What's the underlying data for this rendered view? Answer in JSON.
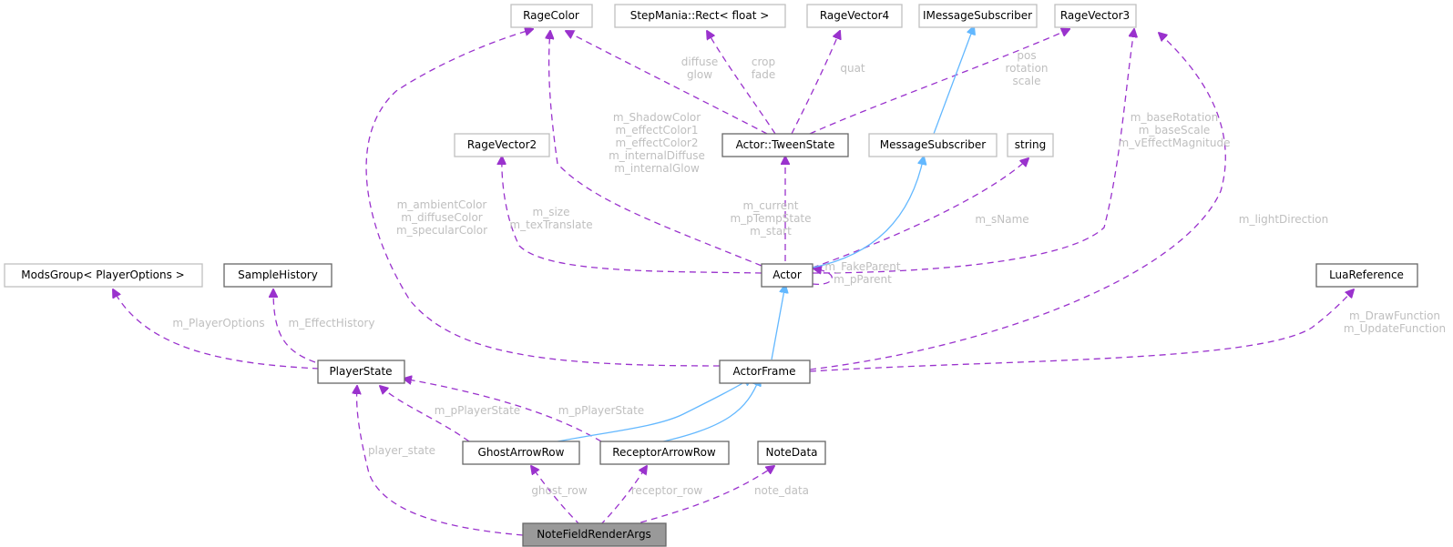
{
  "diagram": {
    "title": "NoteFieldRenderArgs collaboration graph",
    "nodes": {
      "ragecolor": "RageColor",
      "rect": "StepMania::Rect< float >",
      "ragevector4": "RageVector4",
      "imessagesubscriber": "IMessageSubscriber",
      "ragevector3": "RageVector3",
      "ragevector2": "RageVector2",
      "tweenstate": "Actor::TweenState",
      "messagesubscriber": "MessageSubscriber",
      "string": "string",
      "modsgroup": "ModsGroup< PlayerOptions >",
      "samplehistory": "SampleHistory",
      "actor": "Actor",
      "luareference": "LuaReference",
      "playerstate": "PlayerState",
      "actorframe": "ActorFrame",
      "ghostarrowrow": "GhostArrowRow",
      "receptorarrowrow": "ReceptorArrowRow",
      "notedata": "NoteData",
      "notefieldrenderargs": "NoteFieldRenderArgs"
    },
    "edge_labels": {
      "tween_color": [
        "diffuse",
        "glow"
      ],
      "tween_rect": [
        "crop",
        "fade"
      ],
      "tween_v4": [
        "quat"
      ],
      "tween_v3": [
        "pos",
        "rotation",
        "scale"
      ],
      "actor_color": [
        "m_ShadowColor",
        "m_effectColor1",
        "m_effectColor2",
        "m_internalDiffuse",
        "m_internalGlow"
      ],
      "actor_v2": [
        "m_size",
        "m_texTranslate"
      ],
      "actor_tween": [
        "m_current",
        "m_pTempState",
        "m_start"
      ],
      "actor_string": [
        "m_sName"
      ],
      "actor_v3": [
        "m_baseRotation",
        "m_baseScale",
        "m_vEffectMagnitude"
      ],
      "actor_self": [
        "m_FakeParent",
        "m_pParent"
      ],
      "frame_color": [
        "m_ambientColor",
        "m_diffuseColor",
        "m_specularColor"
      ],
      "frame_v3": [
        "m_lightDirection"
      ],
      "frame_lua": [
        "m_DrawFunction",
        "m_UpdateFunction"
      ],
      "ps_mods": [
        "m_PlayerOptions"
      ],
      "ps_sample": [
        "m_EffectHistory"
      ],
      "ghost_ps": [
        "m_pPlayerState"
      ],
      "receptor_ps": [
        "m_pPlayerState"
      ],
      "args_ps": [
        "player_state"
      ],
      "args_ghost": [
        "ghost_row"
      ],
      "args_receptor": [
        "receptor_row"
      ],
      "args_notedata": [
        "note_data"
      ]
    },
    "colors": {
      "usage_edge": "#9a32cd",
      "inherit_edge": "#63b8ff",
      "edge_label": "#bfbfbf",
      "focus_fill": "#999999"
    }
  }
}
